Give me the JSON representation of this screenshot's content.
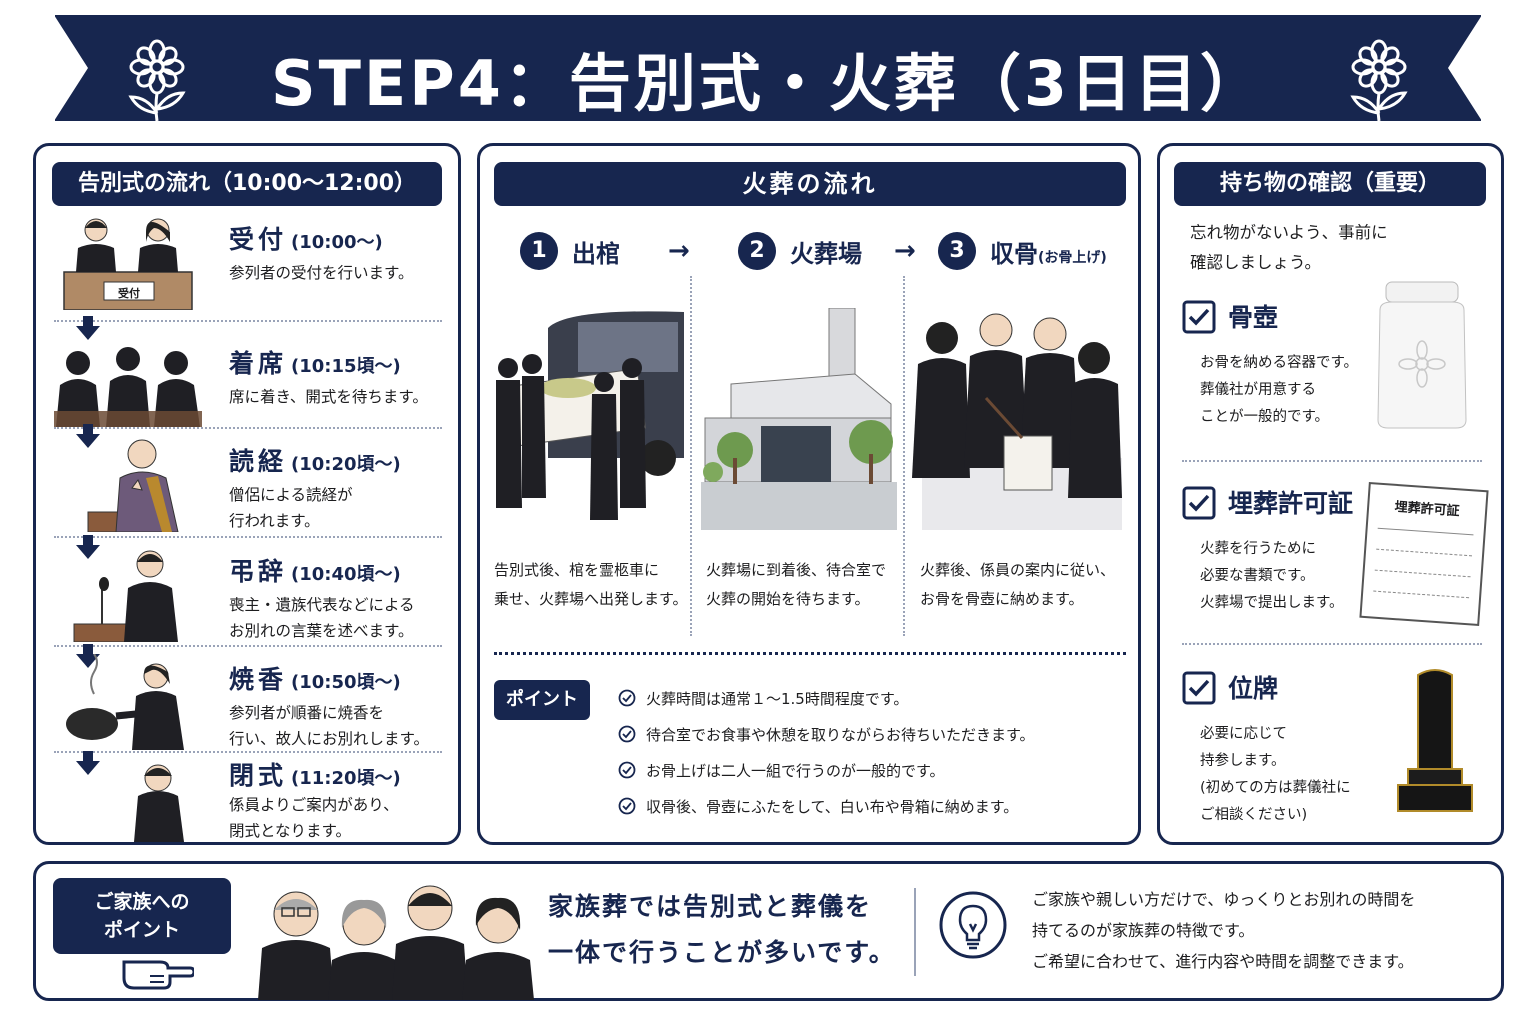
{
  "banner": {
    "title": "STEP4：告別式・火葬（3日目）"
  },
  "left": {
    "heading": "告別式の流れ（10:00〜12:00）",
    "steps": [
      {
        "name": "受付",
        "time": "(10:00〜)",
        "desc1": "参列者の受付を行います。",
        "desc2": "",
        "sign": "受付"
      },
      {
        "name": "着席",
        "time": "(10:15頃〜)",
        "desc1": "席に着き、開式を待ちます。",
        "desc2": ""
      },
      {
        "name": "読経",
        "time": "(10:20頃〜)",
        "desc1": "僧侶による読経が",
        "desc2": "行われます。"
      },
      {
        "name": "弔辞",
        "time": "(10:40頃〜)",
        "desc1": "喪主・遺族代表などによる",
        "desc2": "お別れの言葉を述べます。"
      },
      {
        "name": "焼香",
        "time": "(10:50頃〜)",
        "desc1": "参列者が順番に焼香を",
        "desc2": "行い、故人にお別れします。"
      },
      {
        "name": "閉式",
        "time": "(11:20頃〜)",
        "desc1": "係員よりご案内があり、",
        "desc2": "閉式となります。"
      }
    ]
  },
  "middle": {
    "heading": "火葬の流れ",
    "steps": [
      {
        "num": "1",
        "label": "出棺",
        "note": "",
        "desc1": "告別式後、棺を霊柩車に",
        "desc2": "乗せ、火葬場へ出発します。"
      },
      {
        "num": "2",
        "label": "火葬場",
        "note": "",
        "desc1": "火葬場に到着後、待合室で",
        "desc2": "火葬の開始を待ちます。"
      },
      {
        "num": "3",
        "label": "収骨",
        "note": "(お骨上げ)",
        "desc1": "火葬後、係員の案内に従い、",
        "desc2": "お骨を骨壺に納めます。"
      }
    ],
    "arrow": "→",
    "point_label": "ポイント",
    "points": [
      "火葬時間は通常１〜1.5時間程度です。",
      "待合室でお食事や休憩を取りながらお待ちいただきます。",
      "お骨上げは二人一組で行うのが一般的です。",
      "収骨後、骨壺にふたをして、白い布や骨箱に納めます。"
    ]
  },
  "right": {
    "heading": "持ち物の確認（重要）",
    "intro1": "忘れ物がないよう、事前に",
    "intro2": "確認しましょう。",
    "items": [
      {
        "title": "骨壺",
        "lines": [
          "お骨を納める容器です。",
          "葬儀社が用意する",
          "ことが一般的です。"
        ]
      },
      {
        "title": "埋葬許可証",
        "lines": [
          "火葬を行うために",
          "必要な書類です。",
          "火葬場で提出します。"
        ],
        "doc_label": "埋葬許可証"
      },
      {
        "title": "位牌",
        "lines": [
          "必要に応じて",
          "持参します。",
          "(初めての方は葬儀社に",
          "ご相談ください)"
        ]
      }
    ]
  },
  "bottom": {
    "badge1": "ご家族への",
    "badge2": "ポイント",
    "main1": "家族葬では告別式と葬儀を",
    "main2": "一体で行うことが多いです。",
    "text1": "ご家族や親しい方だけで、ゆっくりとお別れの時間を",
    "text2": "持てるのが家族葬の特徴です。",
    "text3": "ご希望に合わせて、進行内容や時間を調整できます。"
  },
  "colors": {
    "navy": "#17264f",
    "dotted": "#9aa3b8"
  }
}
